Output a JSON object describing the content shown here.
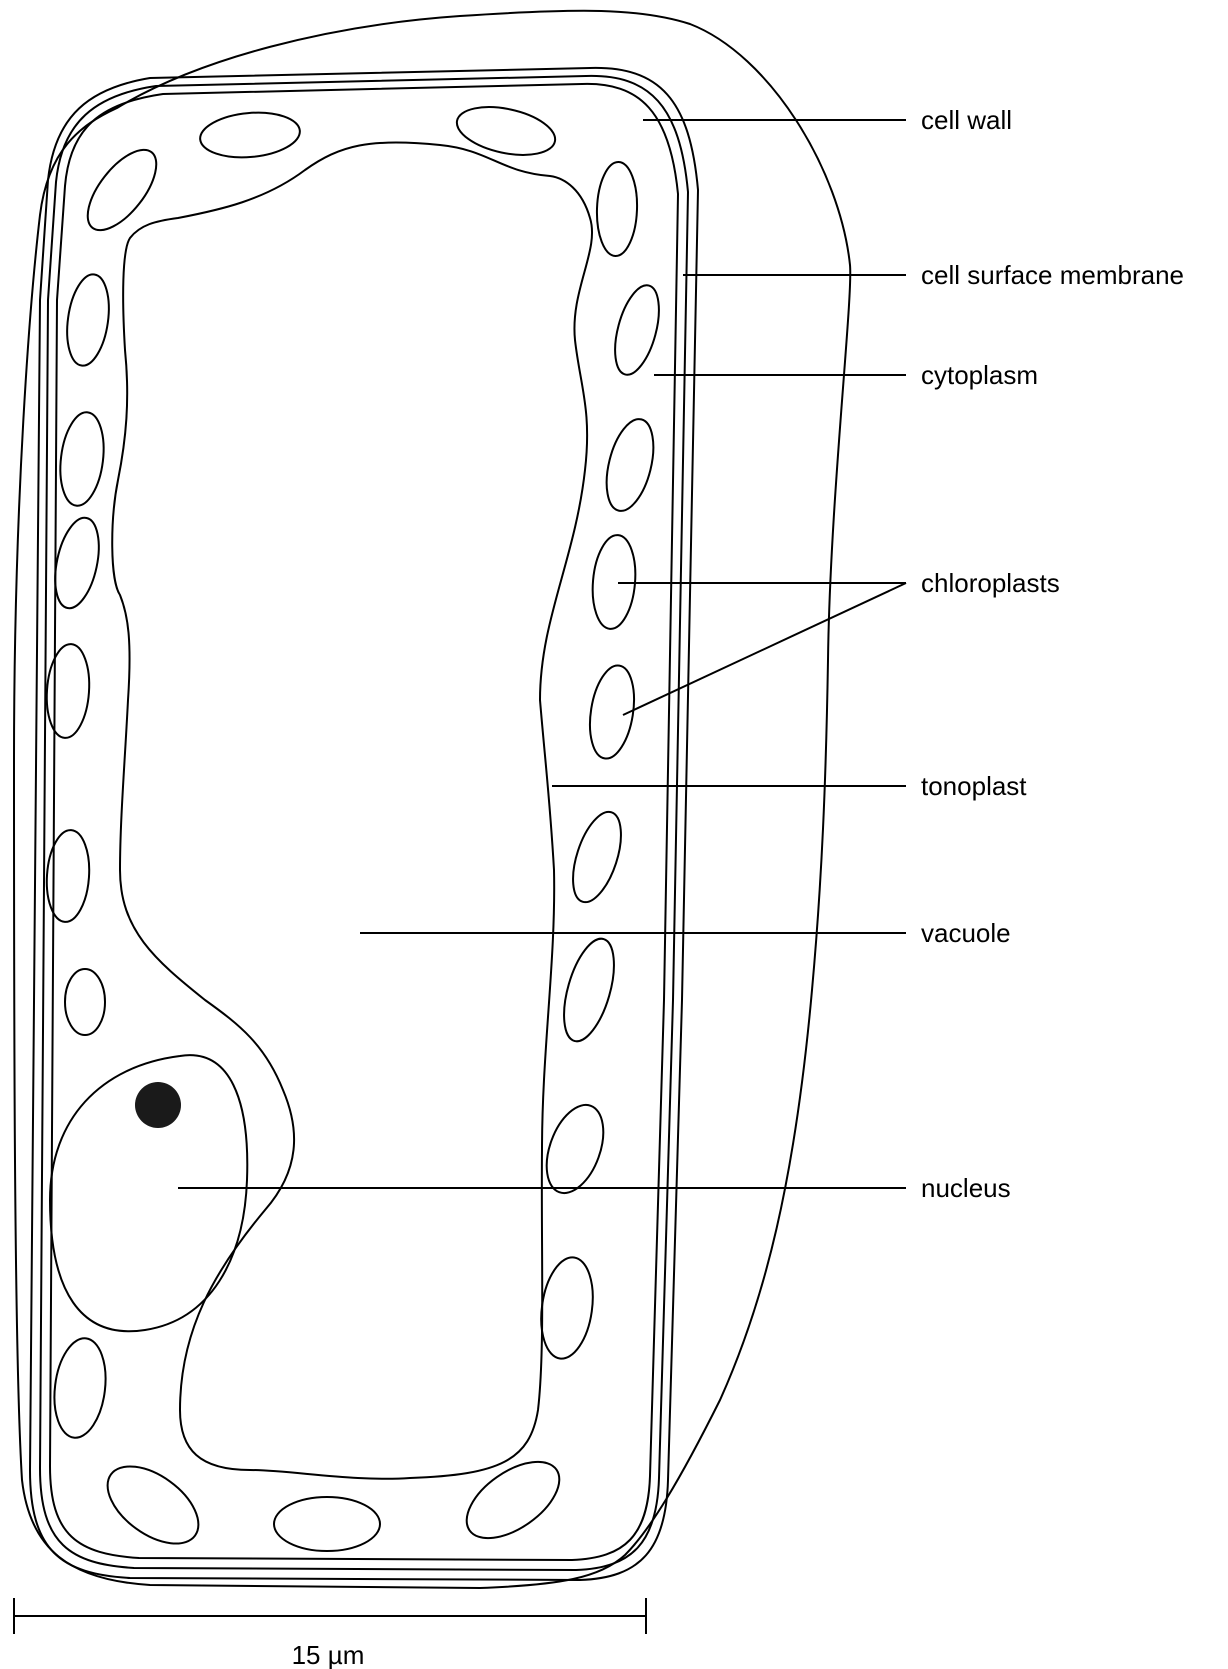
{
  "labels": {
    "cell_wall": "cell wall",
    "cell_surface_membrane": "cell surface membrane",
    "cytoplasm": "cytoplasm",
    "chloroplasts": "chloroplasts",
    "tonoplast": "tonoplast",
    "vacuole": "vacuole",
    "nucleus": "nucleus"
  },
  "scale_bar": {
    "label": "15 µm"
  },
  "colors": {
    "line": "#000000",
    "nucleolus": "#1a1a1a",
    "background": "#ffffff"
  }
}
